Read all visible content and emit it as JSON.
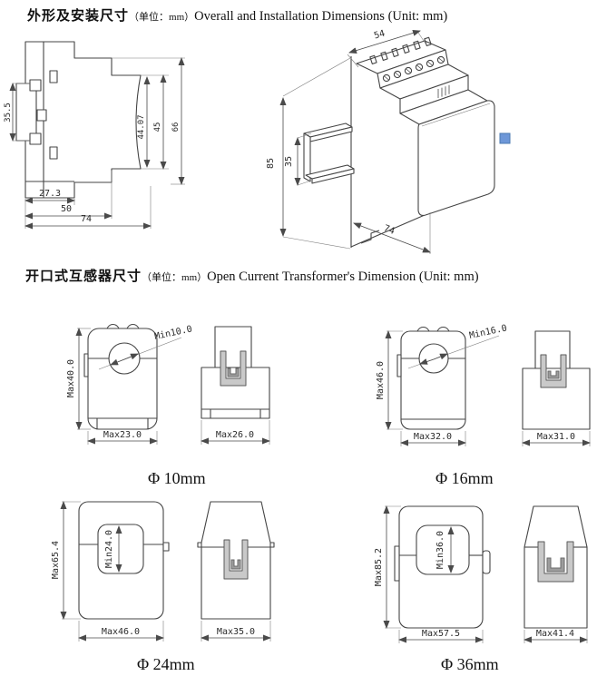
{
  "section1": {
    "heading_zh": "外形及安装尺寸",
    "heading_unit": "（单位：mm）",
    "heading_en": "Overall and Installation Dimensions (Unit: mm)",
    "profile": {
      "clip_height": "35.5",
      "inner_depth": "44.07",
      "body_depth": "45",
      "overall_depth": "66",
      "foot_width": "27.3",
      "mid_width": "50",
      "overall_width": "74"
    },
    "iso": {
      "top_width": "54",
      "overall_height": "85",
      "rail_height": "35",
      "overall_depth": "74"
    }
  },
  "section2": {
    "heading_zh": "开口式互感器尺寸",
    "heading_unit": "（单位：mm）",
    "heading_en": "Open Current Transformer's Dimension (Unit: mm)",
    "ct": [
      {
        "label": "Φ 10mm",
        "max_height": "Max40.0",
        "min_aperture": "Min10.0",
        "front_width": "Max23.0",
        "side_width": "Max26.0"
      },
      {
        "label": "Φ 16mm",
        "max_height": "Max46.0",
        "min_aperture": "Min16.0",
        "front_width": "Max32.0",
        "side_width": "Max31.0"
      },
      {
        "label": "Φ 24mm",
        "max_height": "Max65.4",
        "min_aperture": "Min24.0",
        "front_width": "Max46.0",
        "side_width": "Max35.0"
      },
      {
        "label": "Φ 36mm",
        "max_height": "Max85.2",
        "min_aperture": "Min36.0",
        "front_width": "Max57.5",
        "side_width": "Max41.4"
      }
    ]
  },
  "colors": {
    "line": "#454545",
    "dimension_line": "#4a4a4a",
    "handle_fill": "#6d97d8",
    "handle_stroke": "#4a78b0"
  }
}
